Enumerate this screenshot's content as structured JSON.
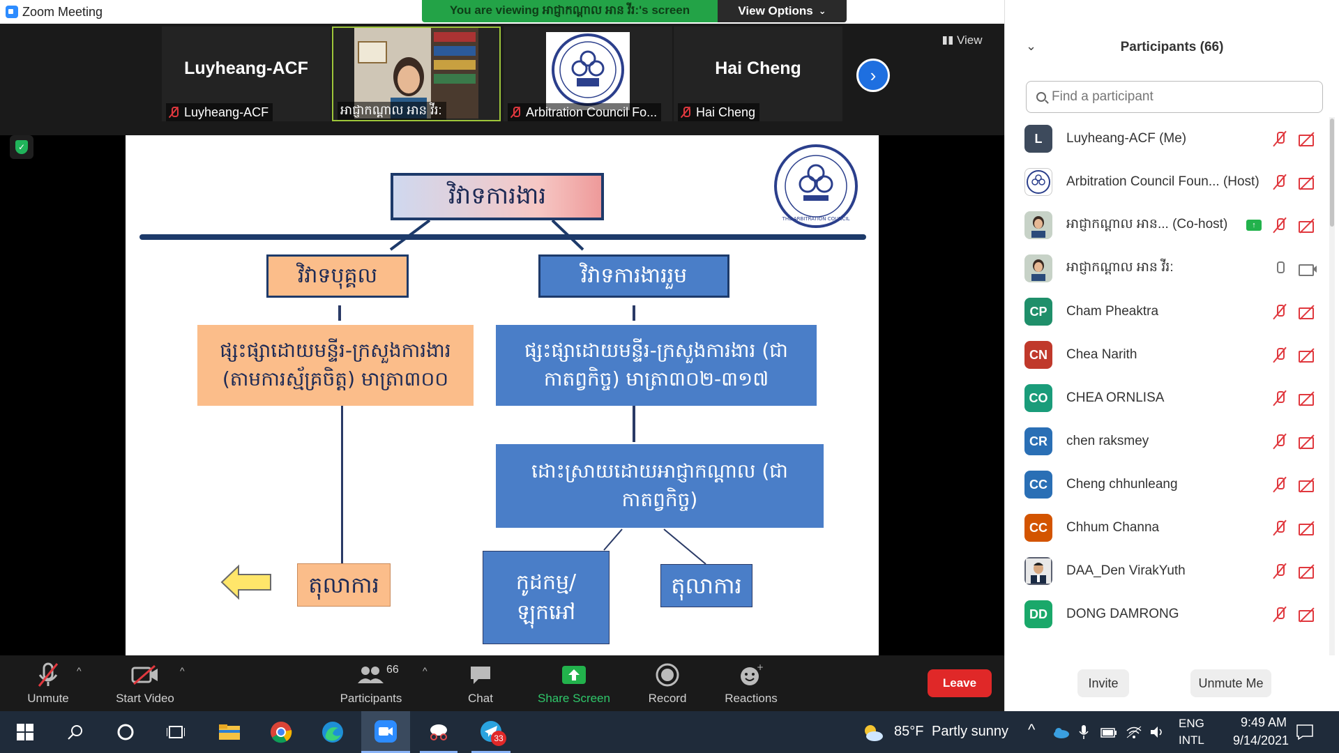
{
  "window": {
    "title": "Zoom Meeting"
  },
  "banner": {
    "viewing": "You are viewing អាជ្ញាកណ្ដាល អាន វីរ:'s screen",
    "view_options": "View Options"
  },
  "strip": {
    "tiles": [
      {
        "name": "Luyheang-ACF",
        "label": "Luyheang-ACF"
      },
      {
        "name": "",
        "label": "អាជ្ញាកណ្ដាល អាន វីរ:"
      },
      {
        "name": "",
        "label": "Arbitration Council Fo..."
      },
      {
        "name": "Hai Cheng",
        "label": "Hai Cheng"
      }
    ],
    "view_label": "View"
  },
  "slide": {
    "logo_text": "THE ARBITRATION COUNCIL",
    "top_box": "វិវាទការងារ",
    "left_box": "វិវាទបុគ្គល",
    "right_box": "វិវាទការងាររួម",
    "left_detail": "ផ្សះផ្សាដោយមន្ទីរ-ក្រសួងការងារ (តាមការស្ម័គ្រចិត្ត) មាត្រា៣០០",
    "right_detail": "ផ្សះផ្សាដោយមន្ទីរ-ក្រសួងការងារ (ជាកាតព្វកិច្ច) មាត្រា៣០២-៣១៧",
    "arbitration": "ដោះស្រាយដោយអាជ្ញាកណ្ដាល (ជាកាតព្វកិច្ច)",
    "court_left": "តុលាការ",
    "strike": "កូដកម្ម/ ឡុកអៅ",
    "court_right": "តុលាការ"
  },
  "toolbar": {
    "unmute": "Unmute",
    "start_video": "Start Video",
    "participants": "Participants",
    "participants_count": "66",
    "chat": "Chat",
    "share_screen": "Share Screen",
    "record": "Record",
    "reactions": "Reactions",
    "leave": "Leave"
  },
  "panel": {
    "title": "Participants (66)",
    "search_placeholder": "Find a participant",
    "invite": "Invite",
    "unmute_me": "Unmute Me",
    "participants": [
      {
        "initials": "L",
        "color": "#3d4a5c",
        "name": "Luyheang-ACF (Me)",
        "muted": true
      },
      {
        "initials": "",
        "color": "#ffffff",
        "name": "Arbitration Council Foun...  (Host)",
        "muted": true
      },
      {
        "initials": "",
        "color": "#c7d2c7",
        "name": "អាជ្ញាកណ្ដាល អាន...  (Co-host)",
        "muted": true
      },
      {
        "initials": "",
        "color": "#c7d2c7",
        "name": "អាជ្ញាកណ្ដាល អាន វីរ:",
        "muted": false
      },
      {
        "initials": "CP",
        "color": "#1f8f6a",
        "name": "Cham Pheaktra",
        "muted": true
      },
      {
        "initials": "CN",
        "color": "#c0392b",
        "name": "Chea Narith",
        "muted": true
      },
      {
        "initials": "CO",
        "color": "#1a9c7a",
        "name": "CHEA ORNLISA",
        "muted": true
      },
      {
        "initials": "CR",
        "color": "#2a6fb5",
        "name": "chen raksmey",
        "muted": true
      },
      {
        "initials": "CC",
        "color": "#2a6fb5",
        "name": "Cheng chhunleang",
        "muted": true
      },
      {
        "initials": "CC",
        "color": "#d35400",
        "name": "Chhum Channa",
        "muted": true
      },
      {
        "initials": "",
        "color": "#5a6070",
        "name": "DAA_Den VirakYuth",
        "muted": true
      },
      {
        "initials": "DD",
        "color": "#1aa86a",
        "name": "DONG DAMRONG",
        "muted": true
      }
    ]
  },
  "taskbar": {
    "weather_temp": "85°F",
    "weather_text": "Partly sunny",
    "lang_top": "ENG",
    "lang_bottom": "INTL",
    "time": "9:49 AM",
    "date": "9/14/2021",
    "telegram_badge": "33"
  },
  "colors": {
    "zoom_blue": "#2d8cff",
    "banner_green": "#23a347",
    "leave_red": "#e02828"
  }
}
